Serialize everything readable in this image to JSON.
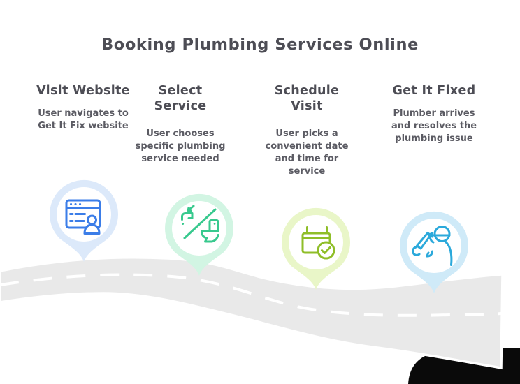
{
  "title": "Booking Plumbing Services Online",
  "colors": {
    "background": "#ffffff",
    "title_text": "#4d4d55",
    "heading_text": "#4d4d55",
    "body_text": "#5b5b63",
    "road_fill": "#e9e9e9",
    "road_marking": "#ffffff",
    "shadow": "#0a0a0a",
    "pin_inner": "#ffffff"
  },
  "steps": [
    {
      "heading_lines": [
        "Visit Website"
      ],
      "description_lines": [
        "User navigates to",
        "Get It Fix website"
      ],
      "icon": "browser-user-icon",
      "icon_color": "#3b7de8",
      "pin_fill": "#dce9fa"
    },
    {
      "heading_lines": [
        "Select",
        "Service"
      ],
      "description_lines": [
        "User chooses",
        "specific plumbing",
        "service needed"
      ],
      "icon": "faucet-toilet-icon",
      "icon_color": "#38c98e",
      "pin_fill": "#d2f5e3"
    },
    {
      "heading_lines": [
        "Schedule",
        "Visit"
      ],
      "description_lines": [
        "User picks a",
        "convenient date",
        "and time for",
        "service"
      ],
      "icon": "calendar-check-icon",
      "icon_color": "#8fbe28",
      "pin_fill": "#e9f6c8"
    },
    {
      "heading_lines": [
        "Get It Fixed"
      ],
      "description_lines": [
        "Plumber arrives",
        "and resolves the",
        "plumbing issue"
      ],
      "icon": "plumber-icon",
      "icon_color": "#2ba9db",
      "pin_fill": "#cfeaf8"
    }
  ]
}
